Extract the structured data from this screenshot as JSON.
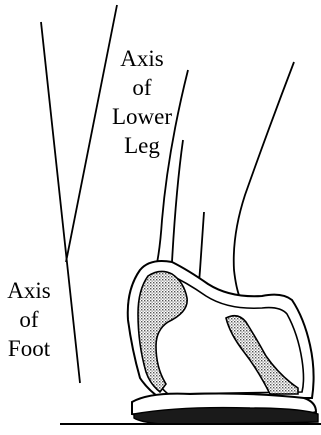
{
  "labels": {
    "lower_leg": [
      "Axis",
      "of",
      "Lower",
      "Leg"
    ],
    "foot": [
      "Axis",
      "of",
      "Foot"
    ]
  },
  "colors": {
    "line": "#000000",
    "background": "#ffffff",
    "shading": "#9a9a9a"
  }
}
